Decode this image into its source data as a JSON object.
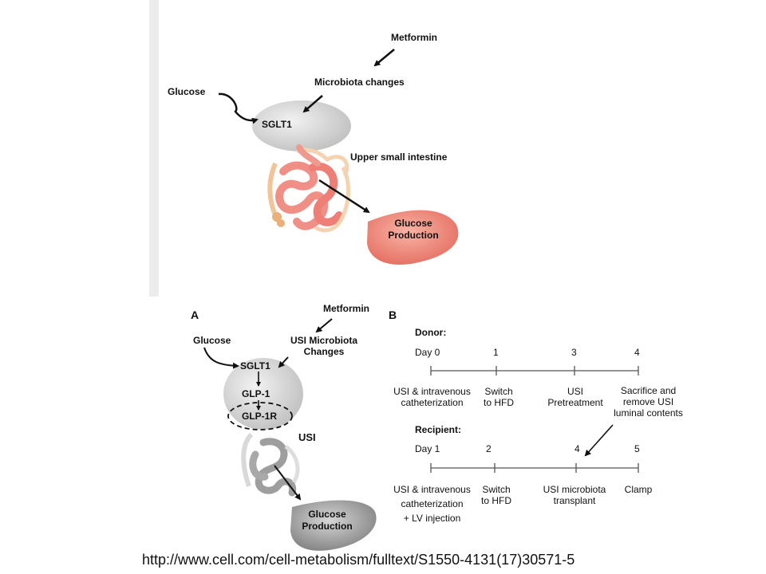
{
  "top_panel": {
    "metformin": "Metformin",
    "microbiota": "Microbiota changes",
    "glucose": "Glucose",
    "sglt1": "SGLT1",
    "intestine": "Upper small intestine",
    "glucose_production": [
      "Glucose",
      "Production"
    ]
  },
  "panel_a": {
    "letter": "A",
    "metformin": "Metformin",
    "microbiota": [
      "USI Microbiota",
      "Changes"
    ],
    "glucose": "Glucose",
    "sglt1": "SGLT1",
    "glp1": "GLP-1",
    "glp1r": "GLP-1R",
    "usi": "USI",
    "glucose_production": [
      "Glucose",
      "Production"
    ]
  },
  "panel_b": {
    "letter": "B",
    "donor": {
      "title": "Donor:",
      "days": [
        "Day 0",
        "1",
        "3",
        "4"
      ],
      "events": [
        [
          "USI & intravenous",
          "catheterization"
        ],
        [
          "Switch",
          "to HFD"
        ],
        [
          "USI",
          "Pretreatment"
        ],
        [
          "Sacrifice and",
          "remove USI",
          "luminal contents"
        ]
      ]
    },
    "recipient": {
      "title": "Recipient:",
      "days": [
        "Day 1",
        "2",
        "4",
        "5"
      ],
      "events": [
        [
          "USI & intravenous",
          "catheterization",
          "+ LV injection"
        ],
        [
          "Switch",
          "to HFD"
        ],
        [
          "USI microbiota",
          "transplant"
        ],
        [
          "Clamp"
        ]
      ]
    }
  },
  "source_url": "http://www.cell.com/cell-metabolism/fulltext/S1550-4131(17)30571-5"
}
